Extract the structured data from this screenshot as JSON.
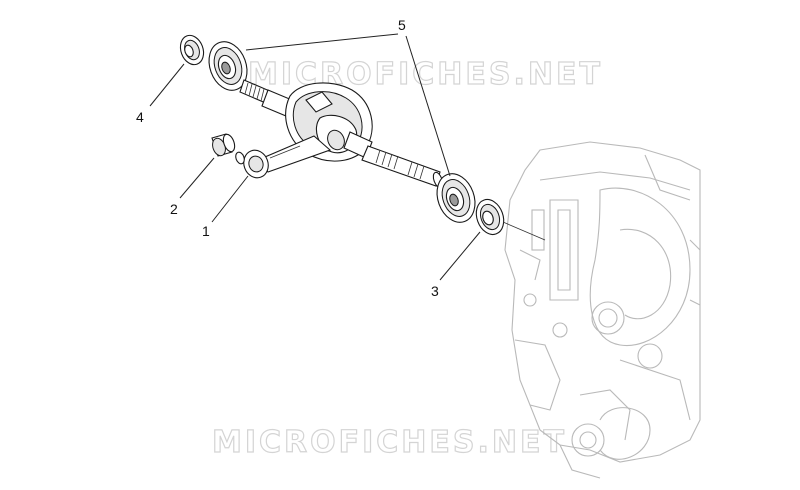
{
  "watermark": {
    "top": "MICROFICHES.NET",
    "bottom": "MICROFICHES.NET"
  },
  "callouts": {
    "c1": "1",
    "c2": "2",
    "c3": "3",
    "c4": "4",
    "c5": "5"
  },
  "colors": {
    "line": "#222222",
    "ghost_case": "#b9b9b9",
    "watermark": "#d4d4d4"
  }
}
